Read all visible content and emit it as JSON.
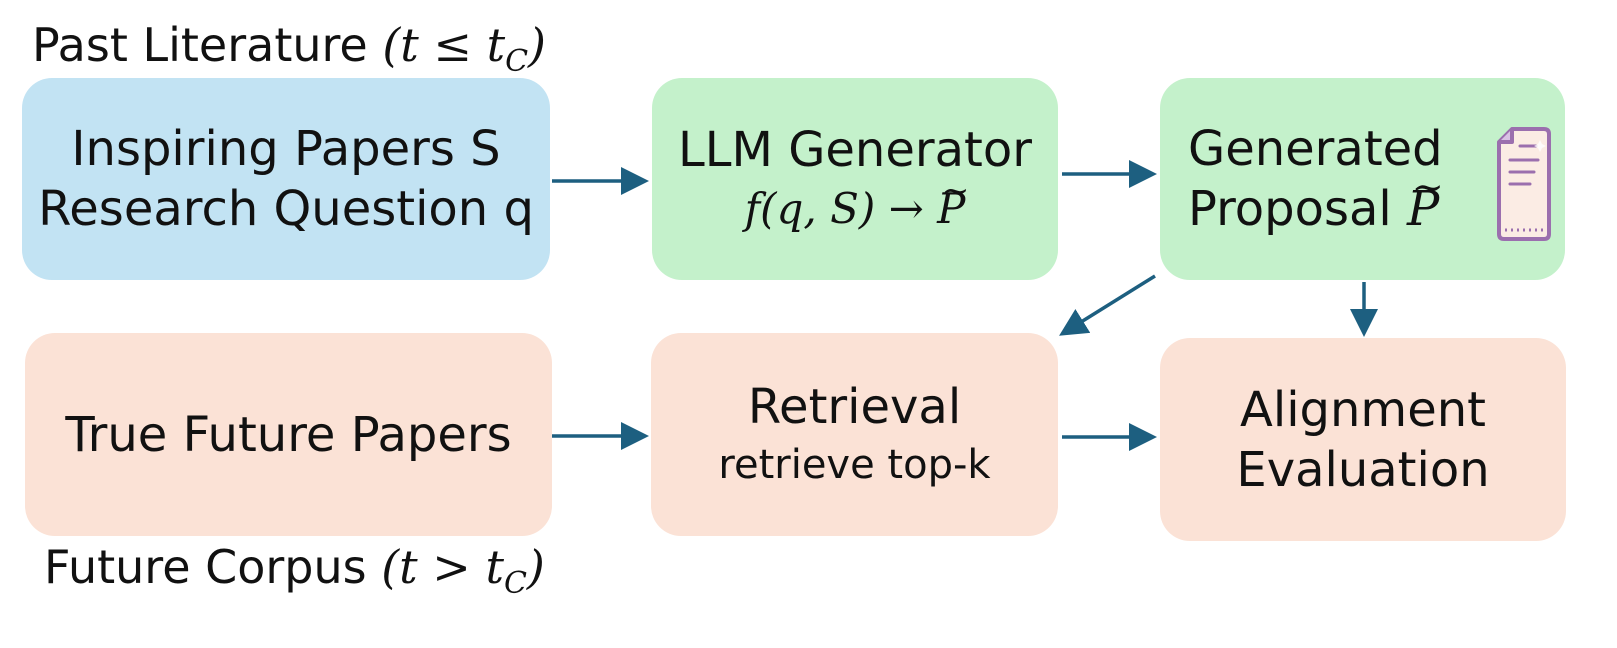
{
  "captions": {
    "past_prefix": "Past Literature",
    "past_condition": "(t ≤ t",
    "past_subscript": "C",
    "past_close": ")",
    "future_prefix": "Future Corpus",
    "future_condition": "(t > t",
    "future_subscript": "C",
    "future_close": ")"
  },
  "boxes": {
    "inputs": {
      "line1": "Inspiring Papers S",
      "line2": "Research Question q"
    },
    "generator": {
      "title": "LLM Generator",
      "formula": "f(q, S) → ",
      "formula_symbol": "P"
    },
    "proposal": {
      "line1": "Generated",
      "line2_text": "Proposal ",
      "line2_symbol": "P"
    },
    "future_papers": {
      "label": "True Future Papers"
    },
    "retrieval": {
      "title": "Retrieval",
      "subtitle": "retrieve top-k"
    },
    "alignment": {
      "line1": "Alignment",
      "line2": "Evaluation"
    }
  },
  "icons": {
    "proposal_icon": "document-icon"
  },
  "colors": {
    "blue_box": "#c2e3f3",
    "green_box": "#c4f1cb",
    "peach_box": "#fbe2d6",
    "arrow": "#1d5f80",
    "icon_outline": "#9b6fae",
    "icon_fill": "#fbece4"
  }
}
